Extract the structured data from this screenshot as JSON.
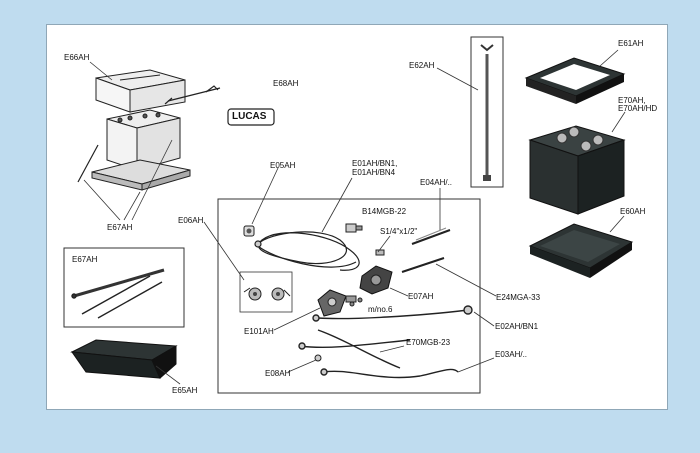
{
  "colors": {
    "background": "#bfdcef",
    "panel": "#ffffff",
    "part_dark": "#2d3434",
    "part_line": "#1a1a1a"
  },
  "labels": {
    "e66ah": "E66AH",
    "e68ah": "E68AH",
    "e67ah_main": "E67AH",
    "e62ah": "E62AH",
    "e61ah": "E61AH",
    "e70ah_l1": "E70AH,",
    "e70ah_l2": "E70AH/HD",
    "e60ah": "E60AH",
    "e05ah": "E05AH",
    "e01ah_l1": "E01AH/BN1,",
    "e01ah_l2": "E01AH/BN4",
    "e04ah": "E04AH/..",
    "e06ah": "E06AH",
    "b14mgb22": "B14MGB-22",
    "s1_4": "S1/4\"x1/2\"",
    "e07ah": "E07AH",
    "e24mga33": "E24MGA-33",
    "e101ah": "E101AH",
    "m_no6": "m/no.6",
    "e02ah": "E02AH/BN1",
    "e70mgb23": "E70MGB-23",
    "e08ah": "E08AH",
    "e03ah": "E03AH/..",
    "e67ah_box": "E67AH",
    "e65ah": "E65AH"
  },
  "logo": {
    "brand": "LUCAS"
  },
  "icons": {
    "battery_box": "battery-box-icon",
    "battery": "battery-icon",
    "rod": "clamp-rod-icon",
    "frame": "battery-frame-icon",
    "tray": "battery-tray-icon",
    "cable": "battery-cable-icon",
    "switch": "battery-switch-icon"
  }
}
